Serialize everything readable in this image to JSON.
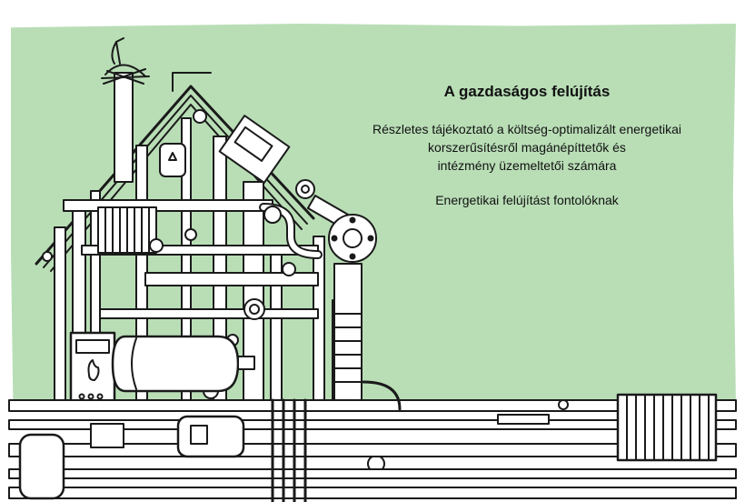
{
  "document": {
    "title": "A gazdaságos felújítás",
    "subtitle_lines": [
      "Részletes tájékoztató a költség-optimalizált energetikai",
      "korszerűsítésről magánépíttetők és",
      "intézmény üzemeltetői számára"
    ],
    "audience": "Energetikai felújítást fontolóknak"
  },
  "colors": {
    "background_panel": "#b9deb6",
    "ink": "#111111"
  }
}
